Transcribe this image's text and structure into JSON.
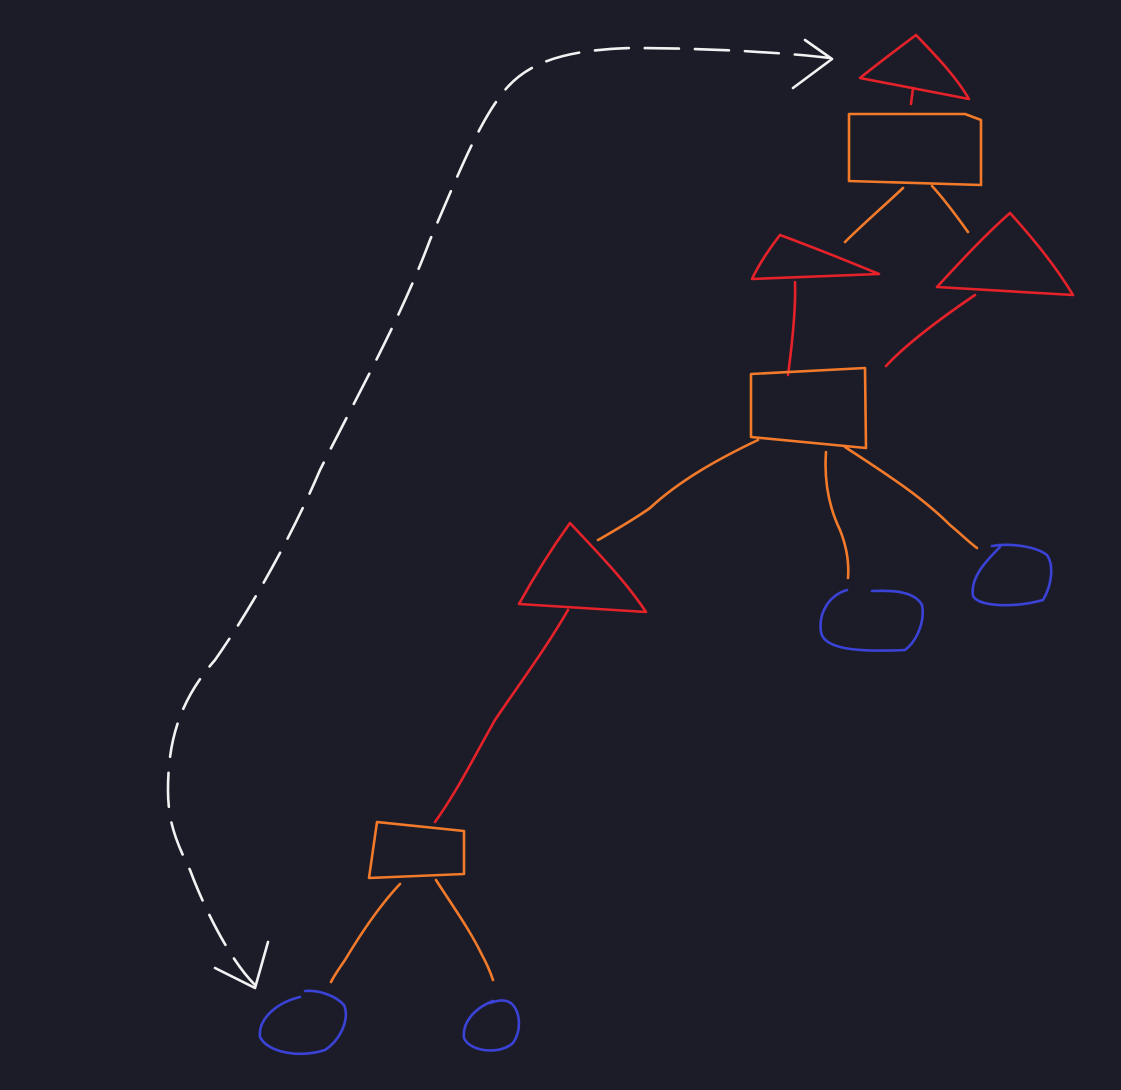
{
  "canvas": {
    "background": "#1b1c28"
  },
  "colors": {
    "triangle": "#e5222a",
    "rectangle": "#f27a2a",
    "circle": "#3b43d6",
    "arrow": "#f2f2f2"
  },
  "diagram": {
    "kind": "hand-drawn tree",
    "nodes": [
      {
        "id": "tri-root",
        "shape": "triangle",
        "color": "red"
      },
      {
        "id": "rect-1",
        "shape": "rectangle",
        "color": "orange"
      },
      {
        "id": "tri-left-1",
        "shape": "triangle",
        "color": "red"
      },
      {
        "id": "tri-right-1",
        "shape": "triangle",
        "color": "red"
      },
      {
        "id": "rect-2",
        "shape": "rectangle",
        "color": "orange"
      },
      {
        "id": "tri-mid",
        "shape": "triangle",
        "color": "red"
      },
      {
        "id": "circle-mid-left",
        "shape": "circle",
        "color": "blue"
      },
      {
        "id": "circle-mid-right",
        "shape": "circle",
        "color": "blue"
      },
      {
        "id": "rect-3",
        "shape": "rectangle",
        "color": "orange"
      },
      {
        "id": "circle-bottom-left",
        "shape": "circle",
        "color": "blue"
      },
      {
        "id": "circle-bottom-right",
        "shape": "circle",
        "color": "blue"
      }
    ],
    "edges": [
      {
        "from": "tri-root",
        "to": "rect-1"
      },
      {
        "from": "rect-1",
        "to": "tri-left-1"
      },
      {
        "from": "rect-1",
        "to": "tri-right-1"
      },
      {
        "from": "tri-left-1",
        "to": "rect-2"
      },
      {
        "from": "tri-right-1",
        "to": "rect-2"
      },
      {
        "from": "rect-2",
        "to": "tri-mid"
      },
      {
        "from": "rect-2",
        "to": "circle-mid-left"
      },
      {
        "from": "rect-2",
        "to": "circle-mid-right"
      },
      {
        "from": "tri-mid",
        "to": "rect-3"
      },
      {
        "from": "rect-3",
        "to": "circle-bottom-left"
      },
      {
        "from": "rect-3",
        "to": "circle-bottom-right"
      }
    ],
    "arrows": [
      {
        "from": "circle-bottom-left",
        "to": "tri-root",
        "style": "dashed",
        "color": "white"
      }
    ]
  }
}
